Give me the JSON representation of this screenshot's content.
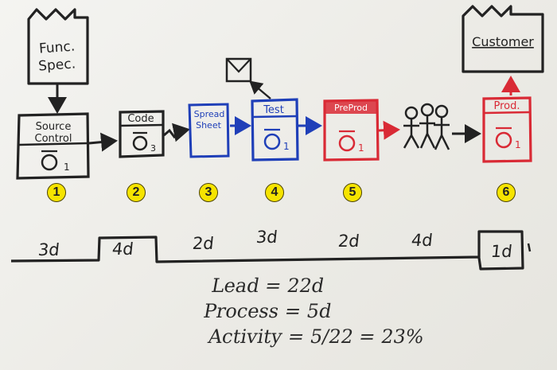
{
  "factories": {
    "start": {
      "label_lines": [
        "Func.",
        "Spec."
      ]
    },
    "end": {
      "label": "Customer"
    }
  },
  "stages": [
    {
      "label_lines": [
        "Source",
        "Control"
      ],
      "sub": "1",
      "color": "#222222",
      "step": "1"
    },
    {
      "label_lines": [
        "Code"
      ],
      "sub": "3",
      "color": "#222222",
      "step": "2"
    },
    {
      "label_lines": [
        "Spread",
        "Sheet"
      ],
      "sub": "",
      "color": "#1f3fb8",
      "step": "3"
    },
    {
      "label_lines": [
        "Test"
      ],
      "sub": "1",
      "color": "#1f3fb8",
      "step": "4"
    },
    {
      "label_lines": [
        "PreProd"
      ],
      "sub": "1",
      "color": "#d92a35",
      "step": "5"
    },
    {
      "label_lines": [
        "Prod."
      ],
      "sub": "1",
      "color": "#d92a35",
      "step": "6"
    }
  ],
  "timeline": [
    "3d",
    "4d",
    "2d",
    "3d",
    "2d",
    "4d",
    "1d"
  ],
  "metrics": {
    "lead": "Lead = 22d",
    "process": "Process = 5d",
    "activity": "Activity = 5/22 = 23%"
  },
  "colors": {
    "ink_black": "#222222",
    "ink_blue": "#1f3fb8",
    "ink_red": "#d92a35",
    "badge_yellow": "#f6e400"
  }
}
